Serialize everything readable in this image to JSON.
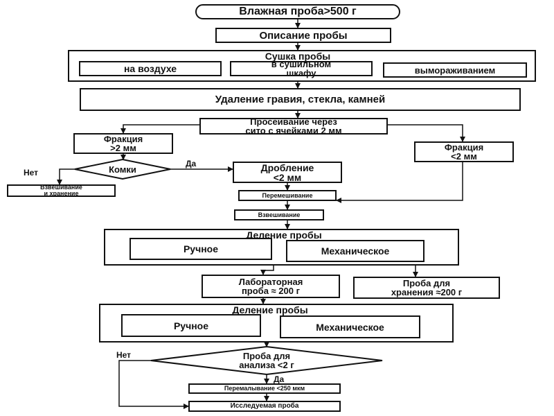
{
  "nodes": {
    "start": "Влажная проба>500 г",
    "description": "Описание пробы",
    "drying_title": "Сушка пробы",
    "drying_air": "на воздухе",
    "drying_oven": "в сушильном\nшкафу",
    "drying_freeze": "вымораживанием",
    "removal": "Удаление гравия, стекла, камней",
    "sieving": "Просеивание через\nсито с ячейками 2 мм",
    "fraction_gt2": "Фракция\n>2 мм",
    "fraction_lt2": "Фракция\n<2 мм",
    "lumps": "Комки",
    "weighing_storage": "Взвешивание\nи хранение",
    "crushing": "Дробление\n<2 мм",
    "mixing": "Перемешивание",
    "weighing": "Взвешивание",
    "division1_title": "Деление пробы",
    "division1_manual": "Ручное",
    "division1_mechanical": "Механическое",
    "lab_sample": "Лабораторная\nпроба    ≈ 200 г",
    "storage_sample": "Проба для\nхранения    ≈200 г",
    "division2_title": "Деление пробы",
    "division2_manual": "Ручное",
    "division2_mechanical": "Механическое",
    "analysis_sample": "Проба для\nанализа <2 г",
    "grinding": "Перемалывание <250 мкм",
    "final": "Исследуемая проба"
  },
  "labels": {
    "no1": "Нет",
    "yes1": "Да",
    "no2": "Нет",
    "yes2": "Да"
  }
}
